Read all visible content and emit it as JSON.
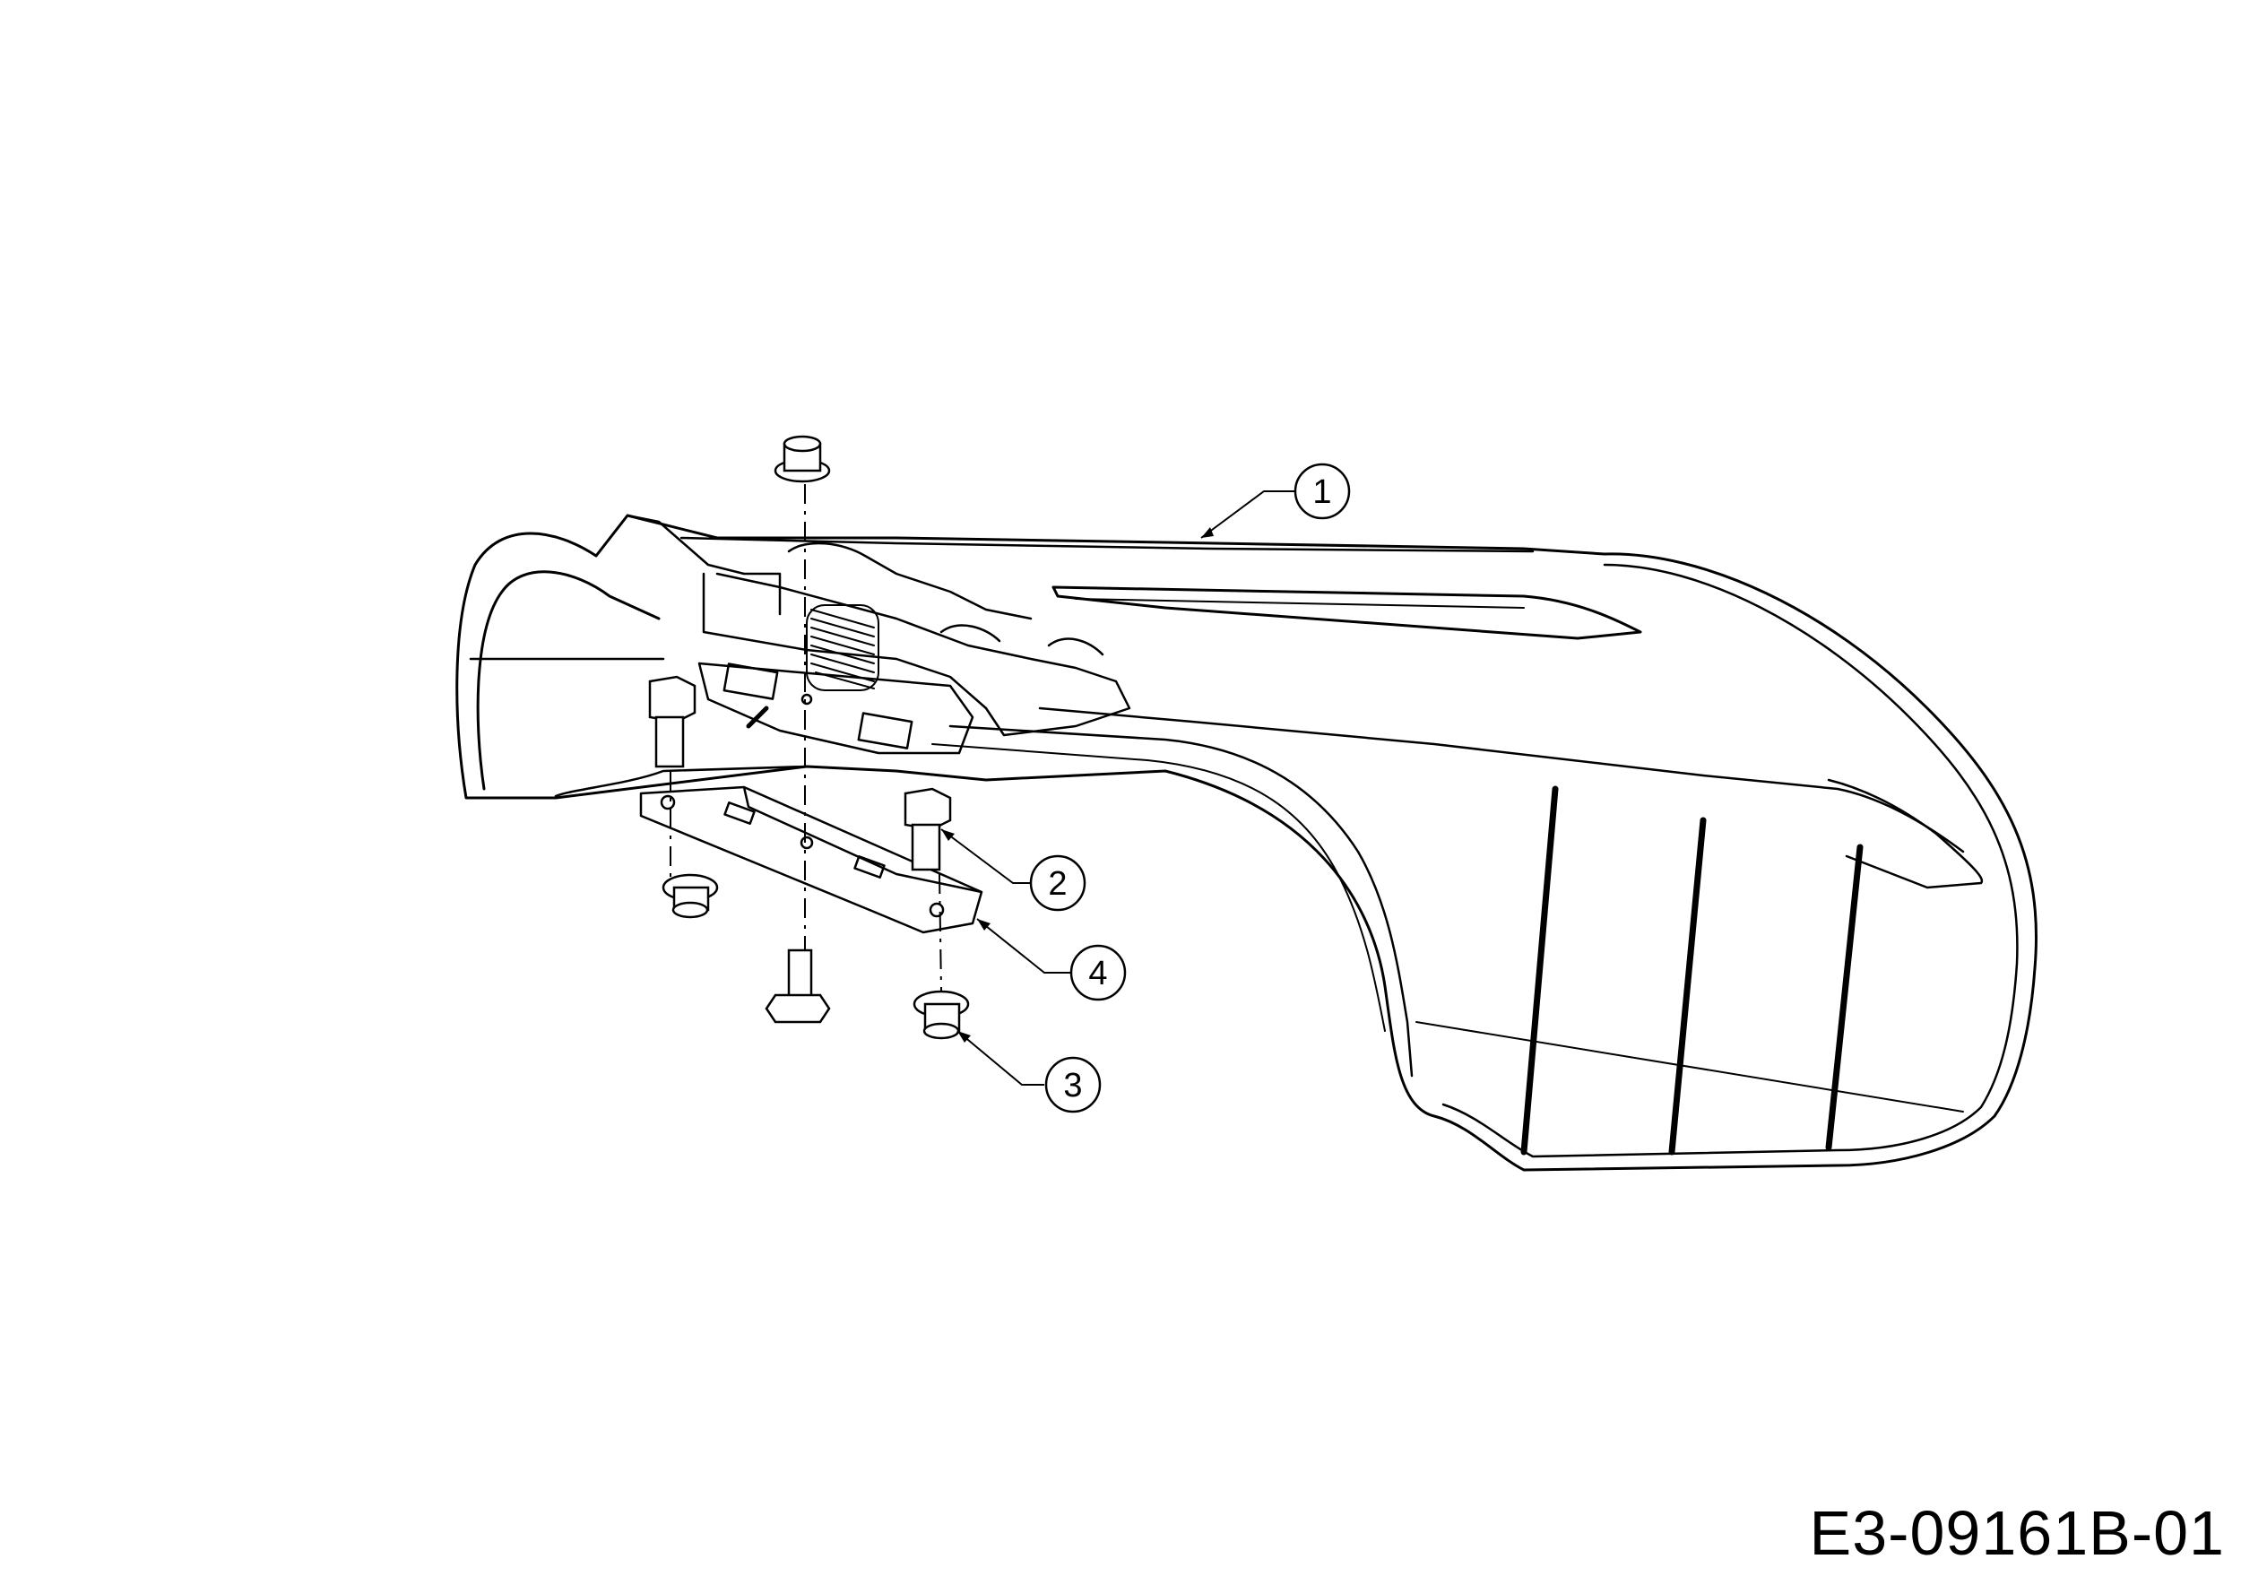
{
  "drawing_id": "E3-09161B-01",
  "callouts": [
    {
      "number": "1"
    },
    {
      "number": "2"
    },
    {
      "number": "3"
    },
    {
      "number": "4"
    }
  ]
}
